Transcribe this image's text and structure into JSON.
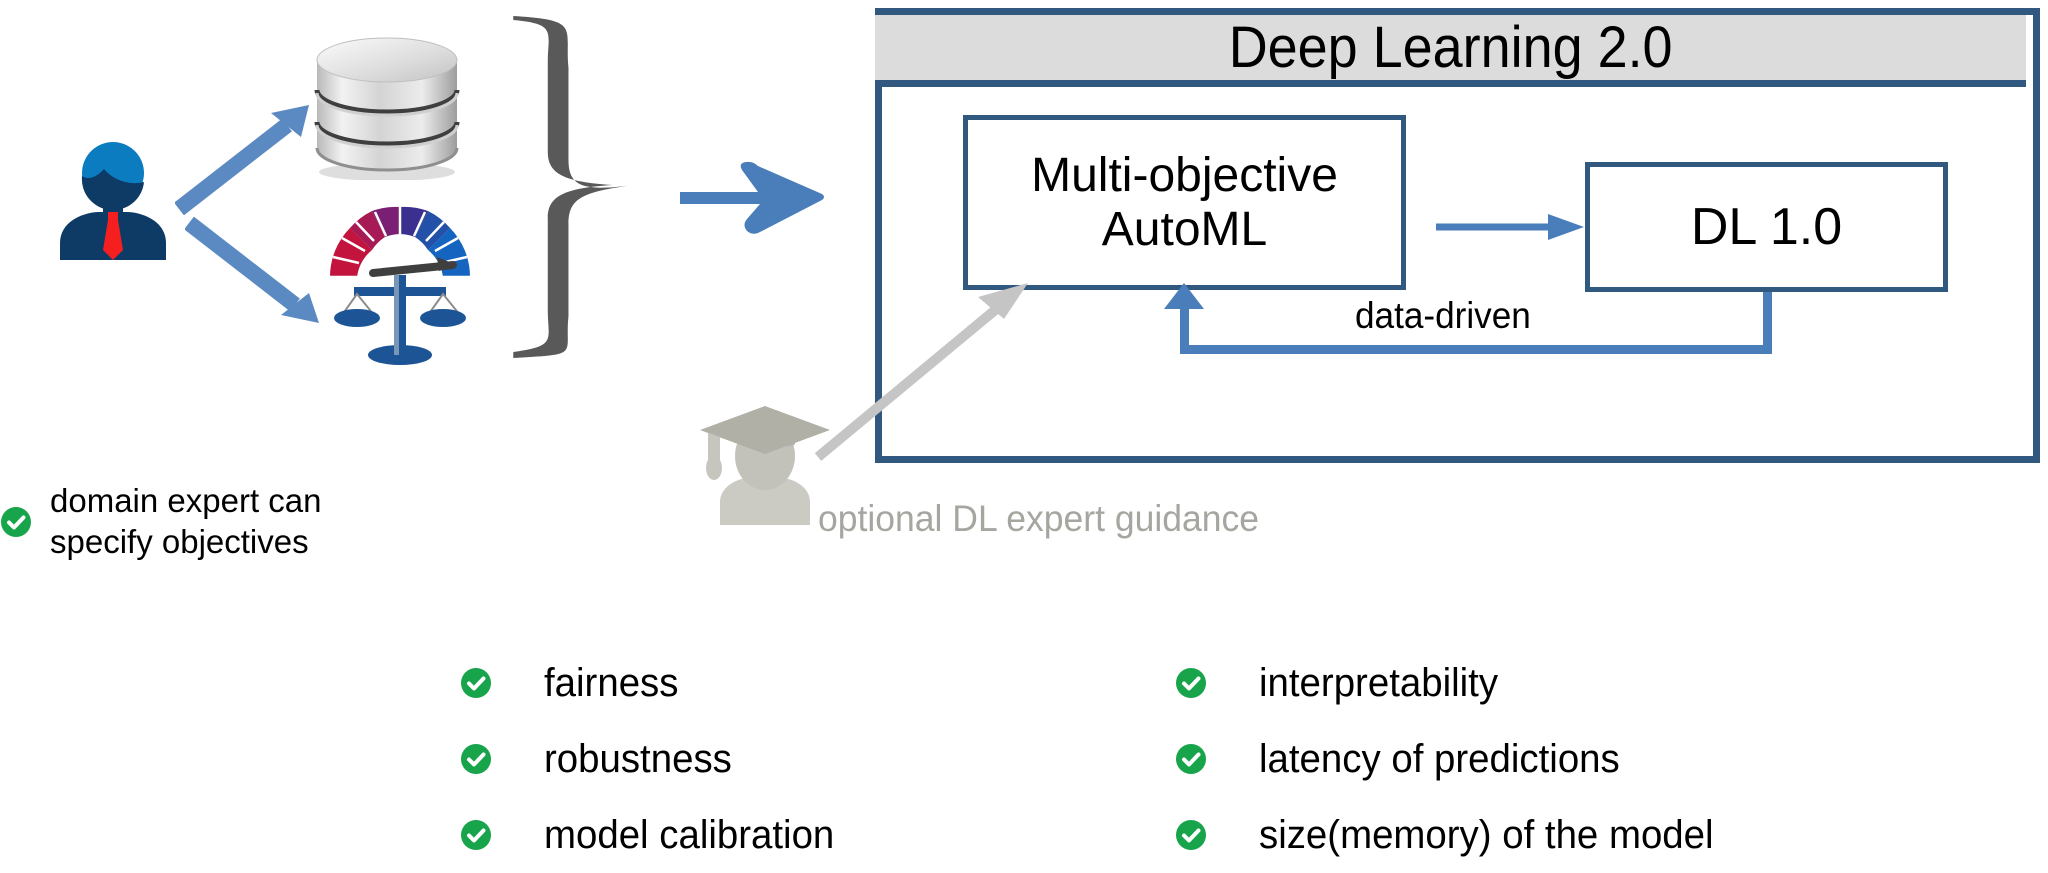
{
  "diagram": {
    "title": "Deep Learning 2.0 AutoML pipeline overview",
    "colors": {
      "frame_blue": "#31587f",
      "arrow_blue": "#4a7ebb",
      "title_fill": "#dcdcdc",
      "check_green": "#18a44b",
      "guidance_gray": "#a6a6a0",
      "brace_gray": "#595959",
      "person_dark_blue": "#0d3b66",
      "person_light_blue": "#0b7cc0",
      "tie_red": "#f51f1f",
      "scale_blue": "#1d5496"
    }
  },
  "dl2": {
    "title": "Deep Learning 2.0",
    "automl_label": "Multi-objective\nAutoML",
    "dl1_label": "DL 1.0",
    "loop_label": "data-driven"
  },
  "guidance": {
    "label": "optional DL expert guidance",
    "icon": "graduate-cap-person-icon"
  },
  "domain_note": {
    "text": "domain expert can\nspecify objectives",
    "icon": "check-circle-icon"
  },
  "left_icons": [
    {
      "name": "domain-expert-person-icon",
      "label": "domain expert"
    },
    {
      "name": "database-icon",
      "label": "data"
    },
    {
      "name": "gauge-icon",
      "label": "performance gauge"
    },
    {
      "name": "balance-scale-icon",
      "label": "fairness scale"
    }
  ],
  "arrows": [
    {
      "name": "expert-to-database-arrow",
      "direction": "up-right"
    },
    {
      "name": "expert-to-objectives-arrow",
      "direction": "down-right"
    },
    {
      "name": "inputs-to-dl2-arrow",
      "direction": "right"
    },
    {
      "name": "automl-to-dl1-arrow",
      "direction": "right"
    },
    {
      "name": "dl1-to-automl-feedback-arrow",
      "direction": "left-up"
    },
    {
      "name": "dl-expert-guidance-arrow",
      "direction": "up-right"
    }
  ],
  "objectives": {
    "left_column": [
      {
        "label": "fairness"
      },
      {
        "label": "robustness"
      },
      {
        "label": "model calibration"
      }
    ],
    "right_column": [
      {
        "label": "interpretability"
      },
      {
        "label": "latency of predictions"
      },
      {
        "label": "size(memory) of the model"
      }
    ]
  }
}
